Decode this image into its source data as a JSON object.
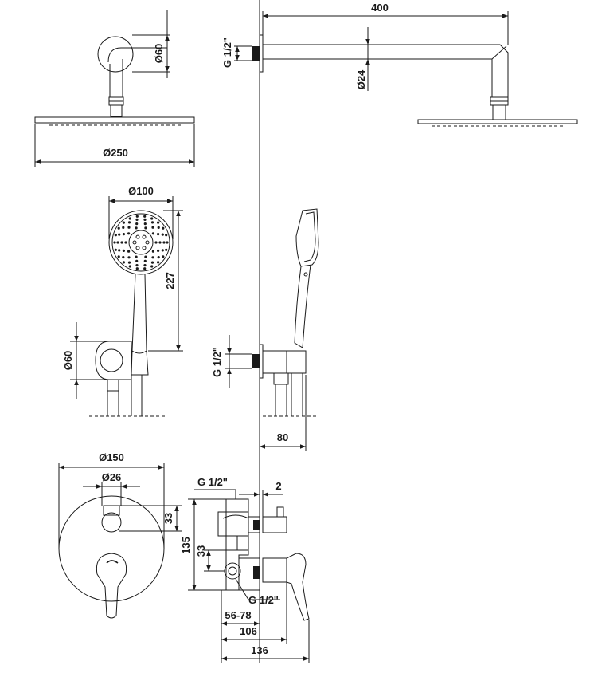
{
  "dimensions": {
    "overhead_shower": {
      "arm_length": "400",
      "thread": "G 1/2\"",
      "arm_tube_diameter": "Ø24",
      "wall_flange_diameter": "Ø60",
      "head_diameter": "Ø250"
    },
    "hand_shower": {
      "head_diameter": "Ø100",
      "length": "227",
      "holder_diameter": "Ø60",
      "thread": "G 1/2\"",
      "projection": "80"
    },
    "mixer": {
      "plate_diameter": "Ø150",
      "knob_diameter": "Ø26",
      "knob_offset": "33",
      "thread_top": "G 1/2\"",
      "plate_gap": "2",
      "body_height": "135",
      "side_offset": "33",
      "thread_bottom": "G 1/2\"",
      "install_depth": "56-78",
      "depth_106": "106",
      "depth_136": "136"
    }
  }
}
